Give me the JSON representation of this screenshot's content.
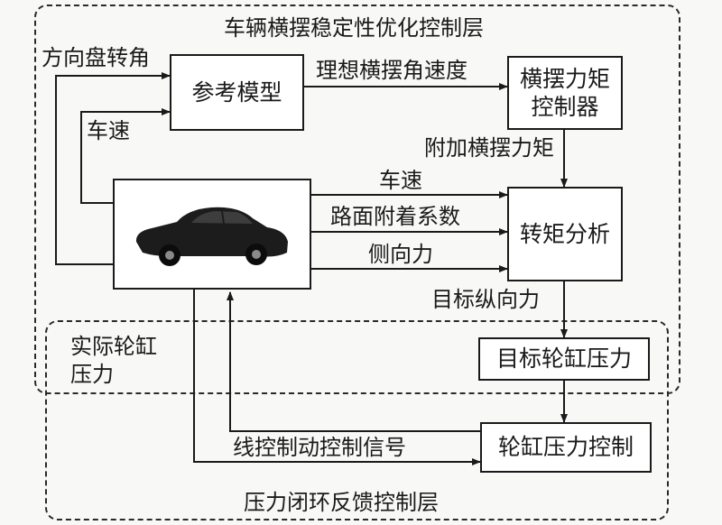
{
  "zones": {
    "yaw_layer": "车辆横摆稳定性优化控制层",
    "pressure_layer": "压力闭环反馈控制层"
  },
  "blocks": {
    "reference_model": "参考模型",
    "yaw_moment_controller_line1": "横摆力矩",
    "yaw_moment_controller_line2": "控制器",
    "torque_distribution": "转矩分析",
    "target_cylinder_pressure": "目标轮缸压力",
    "cylinder_pressure_control": "轮缸压力控制"
  },
  "signals": {
    "steering_angle": "方向盘转角",
    "speed_to_model": "车速",
    "ideal_yaw_rate": "理想横摆角速度",
    "additional_yaw_moment": "附加横摆力矩",
    "speed_to_torque": "车速",
    "road_adhesion": "路面附着系数",
    "lateral_force": "侧向力",
    "target_longitudinal_force": "目标纵向力",
    "actual_pressure_line1": "实际轮缸",
    "actual_pressure_line2": "压力",
    "wire_control_signal": "线控制动控制信号"
  },
  "vehicle": {
    "icon": "car-icon"
  },
  "colors": {
    "line": "#1a1a1a",
    "car_body": "#1c1c1c"
  }
}
